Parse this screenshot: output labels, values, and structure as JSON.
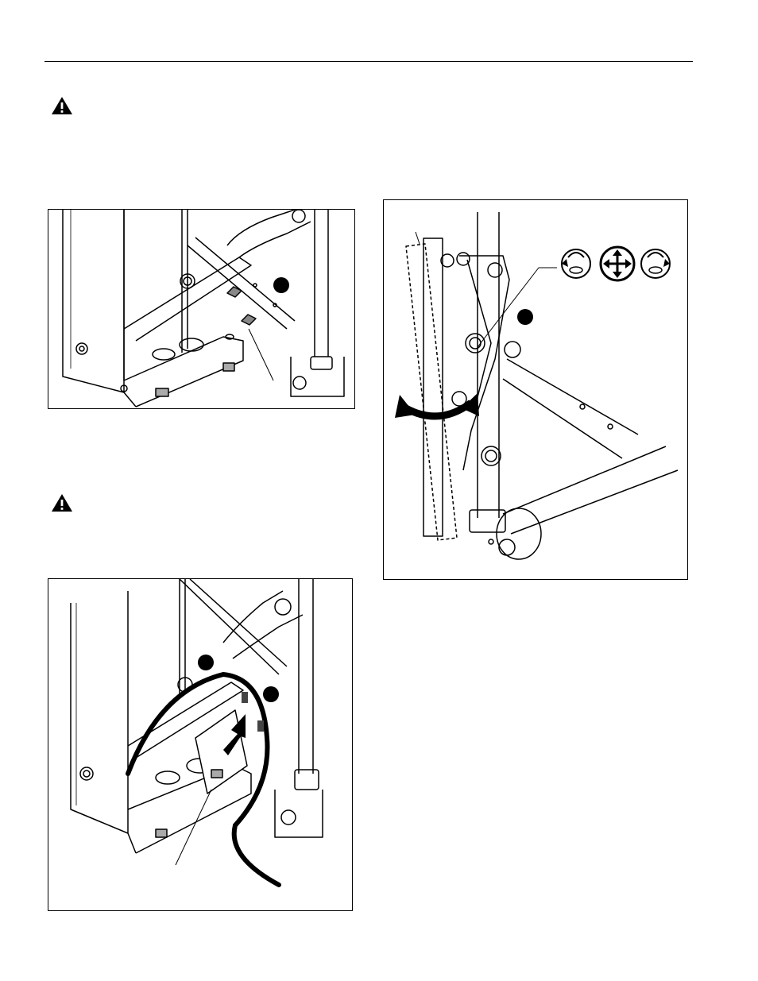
{
  "page": {
    "warnings": [
      {
        "icon": "warning-triangle-icon"
      },
      {
        "icon": "warning-triangle-icon"
      }
    ],
    "figures": [
      {
        "name": "figure-1",
        "icons": [
          "bolt-icon",
          "washer-icon"
        ]
      },
      {
        "name": "figure-2",
        "icons": [
          "loosen-icon",
          "move-icon",
          "tighten-icon",
          "tilt-arrow-icon"
        ]
      },
      {
        "name": "figure-3",
        "icons": [
          "cable-icon",
          "tie-icon",
          "arrow-icon"
        ]
      }
    ],
    "colors": {
      "line": "#000000",
      "background": "#ffffff",
      "shade": "#d8d8d8"
    }
  }
}
